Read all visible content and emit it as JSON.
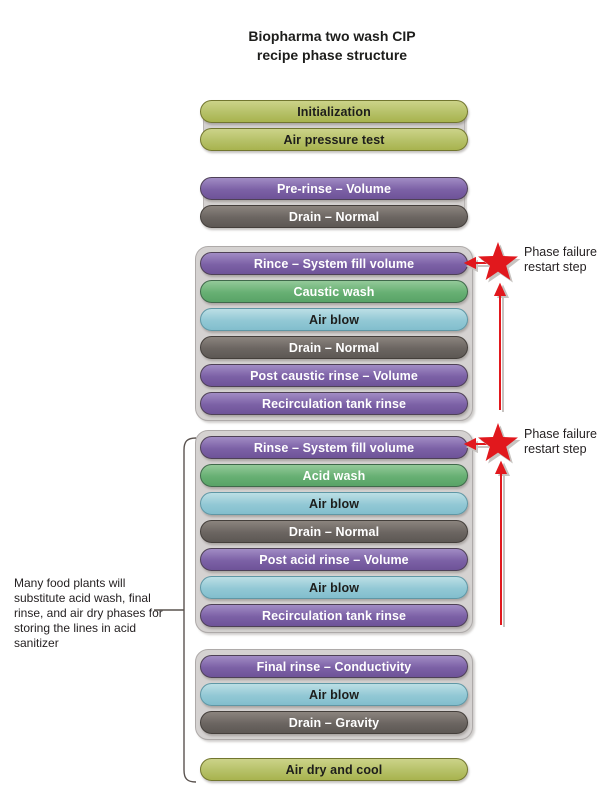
{
  "title": {
    "line1": "Biopharma two wash CIP",
    "line2": "recipe phase structure"
  },
  "annotations": {
    "left_note": "Many food plants will substitute acid wash, final rinse, and air dry phases for storing the lines in acid sanitizer",
    "restart_note_1": "Phase failure restart step",
    "restart_note_2": "Phase failure restart step"
  },
  "icons": {
    "star_1": "red-star-icon",
    "star_2": "red-star-icon"
  },
  "colors": {
    "bar_olive": "#b6c168",
    "bar_purple": "#7c61a6",
    "bar_green": "#67b073",
    "bar_blue": "#92c8d5",
    "bar_gray": "#6b6561",
    "group_container": "#d5d2d1",
    "restart_red": "#e1181d",
    "text_dark": "#231f20"
  },
  "groups": [
    {
      "name": "startup",
      "bars": [
        {
          "label": "Initialization",
          "type": "olive"
        },
        {
          "label": "Air pressure test",
          "type": "olive"
        }
      ]
    },
    {
      "name": "pre-rinse",
      "bars": [
        {
          "label": "Pre-rinse – Volume",
          "type": "purple"
        },
        {
          "label": "Drain – Normal",
          "type": "gray"
        }
      ]
    },
    {
      "name": "caustic-wash-cycle",
      "bars": [
        {
          "label": "Rince – System fill volume",
          "type": "purple"
        },
        {
          "label": "Caustic wash",
          "type": "green"
        },
        {
          "label": "Air blow",
          "type": "blue"
        },
        {
          "label": "Drain – Normal",
          "type": "gray"
        },
        {
          "label": "Post caustic rinse – Volume",
          "type": "purple"
        },
        {
          "label": "Recirculation tank rinse",
          "type": "purple"
        }
      ]
    },
    {
      "name": "acid-wash-cycle",
      "bars": [
        {
          "label": "Rinse – System fill volume",
          "type": "purple"
        },
        {
          "label": "Acid wash",
          "type": "green"
        },
        {
          "label": "Air blow",
          "type": "blue"
        },
        {
          "label": "Drain – Normal",
          "type": "gray"
        },
        {
          "label": "Post acid rinse – Volume",
          "type": "purple"
        },
        {
          "label": "Air blow",
          "type": "blue"
        },
        {
          "label": "Recirculation tank rinse",
          "type": "purple"
        }
      ]
    },
    {
      "name": "final-rinse",
      "bars": [
        {
          "label": "Final rinse – Conductivity",
          "type": "purple"
        },
        {
          "label": "Air blow",
          "type": "blue"
        },
        {
          "label": "Drain – Gravity",
          "type": "gray"
        }
      ]
    },
    {
      "name": "air-dry",
      "bars": [
        {
          "label": "Air dry and cool",
          "type": "olive"
        }
      ]
    }
  ]
}
